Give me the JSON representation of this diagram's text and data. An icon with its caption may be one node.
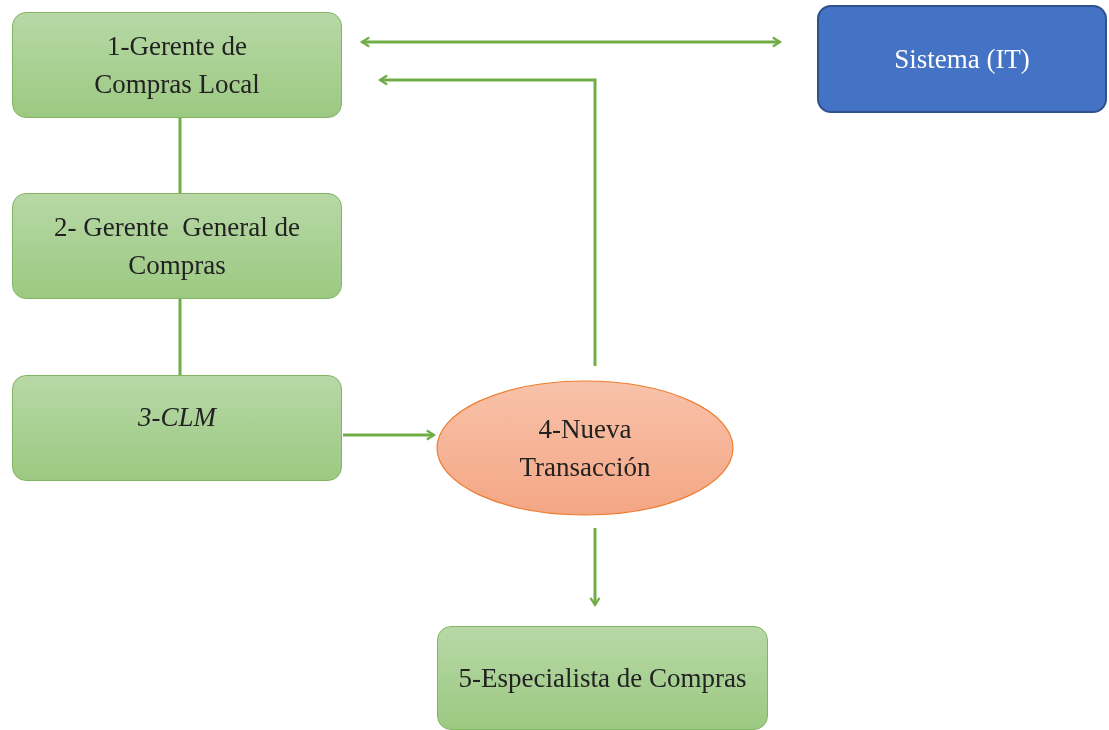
{
  "diagram": {
    "nodes": [
      {
        "text": [
          "1-Gerente de Compras Local"
        ]
      },
      {
        "text": [
          "2- Gerente  General de Compras"
        ]
      },
      {
        "text": [
          "3-CLM"
        ]
      },
      {
        "text": [
          "4-Nueva Transacción"
        ]
      },
      {
        "text": [
          "5-Especialista de Compras"
        ]
      },
      {
        "text": [
          "Sistema (IT)"
        ]
      }
    ],
    "edges": [
      {
        "from": 0,
        "to": 5,
        "arrow": "both"
      },
      {
        "from": 3,
        "to": 0,
        "arrow": "to"
      },
      {
        "from": 0,
        "to": 1,
        "arrow": "none"
      },
      {
        "from": 1,
        "to": 2,
        "arrow": "none"
      },
      {
        "from": 2,
        "to": 3,
        "arrow": "to"
      },
      {
        "from": 3,
        "to": 4,
        "arrow": "to"
      }
    ]
  }
}
